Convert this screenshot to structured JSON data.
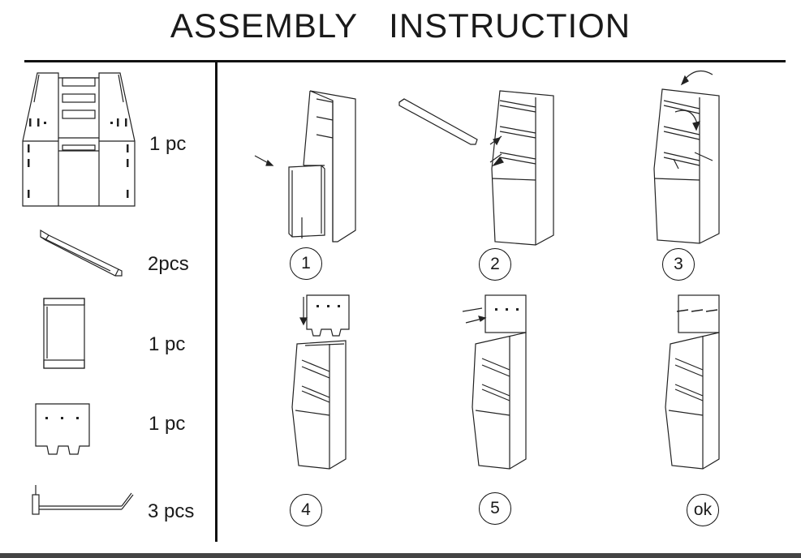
{
  "title": {
    "word1": "ASSEMBLY",
    "word2": "INSTRUCTION"
  },
  "parts": [
    {
      "name": "main-body-sheet",
      "qty": "1 pc"
    },
    {
      "name": "hanger-bar",
      "qty": "2pcs"
    },
    {
      "name": "door-panel",
      "qty": "1 pc"
    },
    {
      "name": "header-card",
      "qty": "1 pc"
    },
    {
      "name": "hook",
      "qty": "3 pcs"
    }
  ],
  "steps": [
    "1",
    "2",
    "3",
    "4",
    "5",
    "ok"
  ]
}
